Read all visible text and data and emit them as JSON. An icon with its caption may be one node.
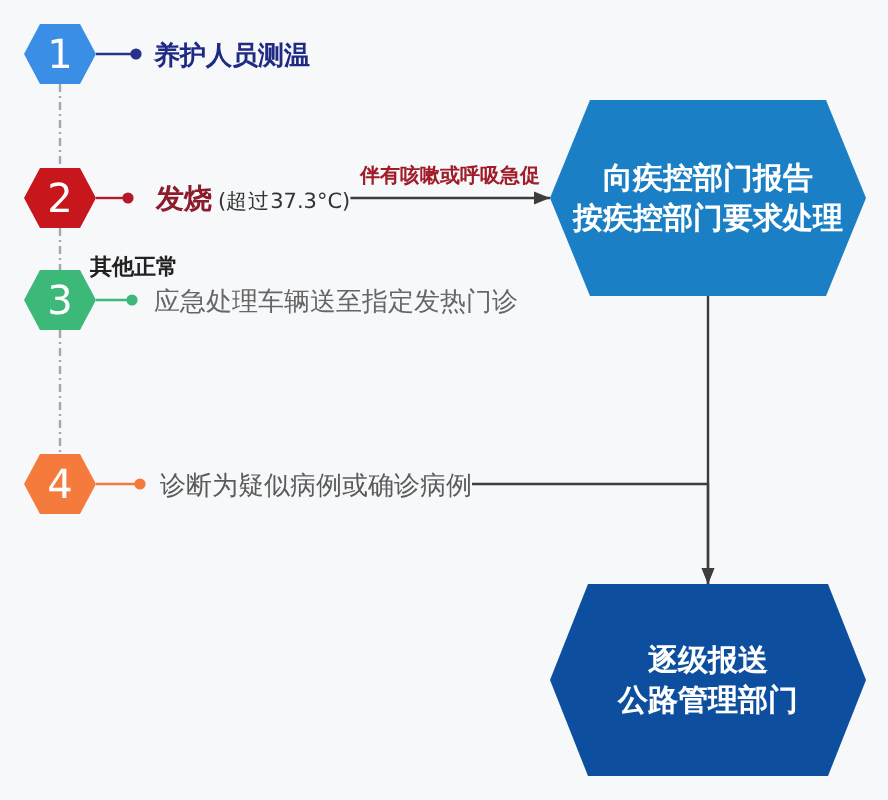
{
  "diagram": {
    "nodes": [
      {
        "text": [
          "1"
        ]
      },
      {
        "text": [
          "养护人员测温"
        ]
      },
      {
        "text": [
          "2"
        ]
      },
      {
        "text": [
          "发烧",
          "(超过37.3°C)"
        ]
      },
      {
        "text": [
          "3"
        ]
      },
      {
        "text": [
          "应急处理车辆送至指定发热门诊"
        ]
      },
      {
        "text": [
          "4"
        ]
      },
      {
        "text": [
          "诊断为疑似病例或确诊病例"
        ]
      },
      {
        "text": [
          "向疾控部门报告",
          "按疾控部门要求处理"
        ]
      },
      {
        "text": [
          "逐级报送",
          "公路管理部门"
        ]
      }
    ],
    "edges": [
      {
        "from": 0,
        "to": 1,
        "arrow": "other",
        "color": "#26328c"
      },
      {
        "from": 2,
        "to": 3,
        "arrow": "other",
        "color": "#b3182b"
      },
      {
        "from": 4,
        "to": 5,
        "arrow": "other",
        "color": "#3cb878"
      },
      {
        "from": 6,
        "to": 7,
        "arrow": "other",
        "color": "#f47b3c"
      },
      {
        "from": 0,
        "to": 2,
        "arrow": "none",
        "style": "dashed",
        "color": "#a3a8ad"
      },
      {
        "from": 2,
        "to": 4,
        "arrow": "none",
        "style": "dashed",
        "color": "#a3a8ad",
        "label": "其他正常"
      },
      {
        "from": 4,
        "to": 6,
        "arrow": "none",
        "style": "dashed",
        "color": "#a3a8ad"
      },
      {
        "from": 3,
        "to": 8,
        "arrow": "to",
        "label": "伴有咳嗽或呼吸急促",
        "color": "#3d3d3d"
      },
      {
        "from": 8,
        "to": 9,
        "arrow": "to",
        "color": "#3d3d3d"
      },
      {
        "from": 7,
        "to": 9,
        "arrow": "to",
        "color": "#3d3d3d"
      }
    ]
  }
}
